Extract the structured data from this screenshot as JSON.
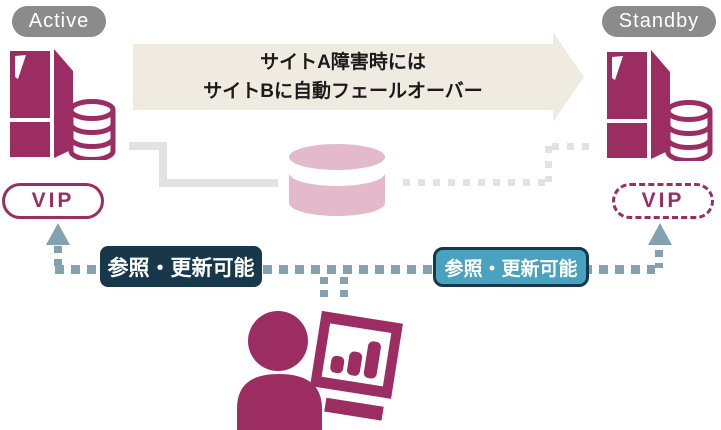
{
  "badges": {
    "active": "Active",
    "standby": "Standby"
  },
  "failover_arrow": {
    "line1": "サイトA障害時には",
    "line2": "サイトBに自動フェールオーバー"
  },
  "vip": {
    "active": "VIP",
    "standby": "VIP"
  },
  "access_labels": {
    "active": "参照・更新可能",
    "standby": "参照・更新可能"
  },
  "icons": {
    "active_server": "server-database-icon",
    "standby_server": "server-database-icon",
    "shared_storage": "storage-cylinder-icon",
    "operator": "person-monitor-chart-icon",
    "active_arrow": "up-arrow-icon",
    "standby_arrow": "up-arrow-icon"
  },
  "colors": {
    "magenta": "#9b2d63",
    "storage_pink": "#e3b9cb",
    "arrow_beige": "#f0ebe0",
    "badge_gray": "#8b8b8b",
    "connector_gray": "#e2e2e2",
    "access_blue_gray": "#84a1b1",
    "label_navy": "#17384a",
    "label_teal": "#4aa2c1"
  }
}
